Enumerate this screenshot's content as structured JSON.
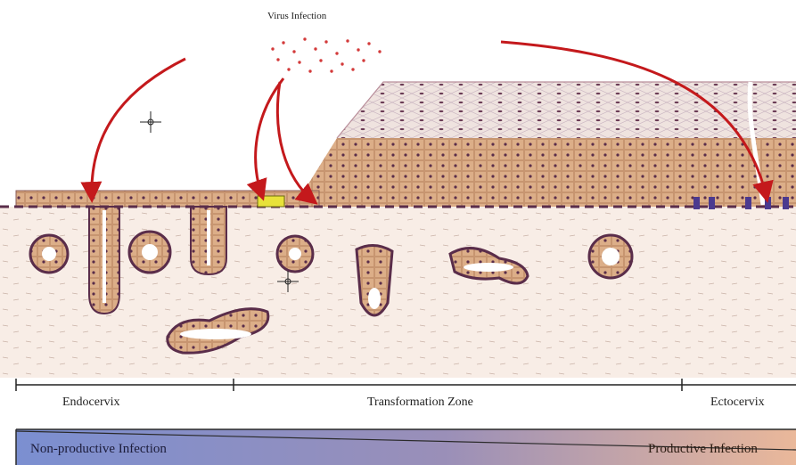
{
  "virus_label": "Virus Infection",
  "zones": [
    {
      "label": "Endocervix"
    },
    {
      "label": "Transformation Zone"
    },
    {
      "label": "Ectocervix"
    }
  ],
  "gradient_bar": {
    "left_label": "Non-productive Infection",
    "right_label": "Productive Infection",
    "left_color": "#7b8fd1",
    "right_color": "#eab89a"
  },
  "colors": {
    "arrow": "#c4191c",
    "virus": "#d33a3a",
    "stroma": "#f7ece4",
    "epithelium": "#d9a47b",
    "nucleus": "#5a2d4a",
    "basal_cell": "#4b3a8f",
    "infected_cell": "#e8e23a"
  }
}
